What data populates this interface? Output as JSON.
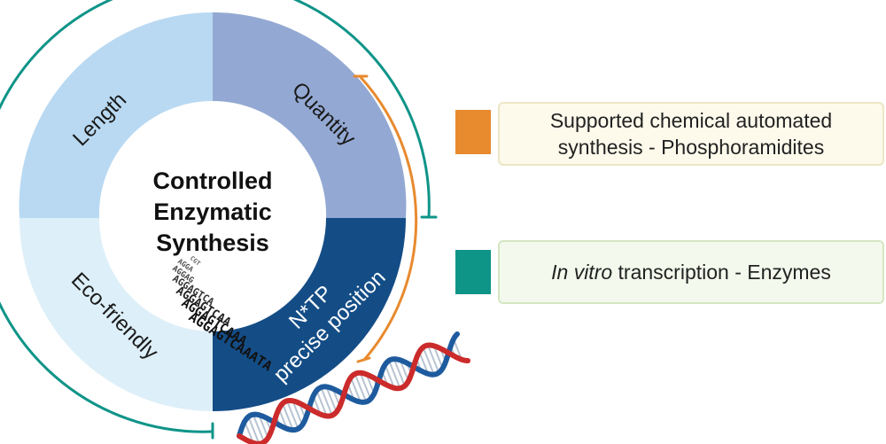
{
  "diagram": {
    "center": {
      "lines": [
        "Controlled",
        "Enzymatic",
        "Synthesis"
      ]
    },
    "segments": {
      "top_left": {
        "label": "Length",
        "color": "#b9d9f2"
      },
      "top_right": {
        "label": "Quantity",
        "color": "#93a9d3"
      },
      "bottom_right": {
        "lines": [
          "N*TP",
          "precise position"
        ],
        "color": "#144d86"
      },
      "bottom_left": {
        "label": "Eco-friendly",
        "color": "#ddeff8"
      }
    },
    "sequence_fragments": [
      "AGGAGTCAAATA",
      "AGGAGTCAAA",
      "AGGAGTCAA",
      "AGGAGTCA",
      "AGGAG",
      "AGGA",
      "CGT"
    ],
    "arc_colors": {
      "enzymes": "#0f9488",
      "chemical": "#e88a2e"
    },
    "dna_colors": {
      "strand_a": "#cc2b2b",
      "strand_b": "#1e5b9e"
    }
  },
  "legend": {
    "chemical": {
      "text": "Supported chemical automated synthesis - Phosphoramidites",
      "line1": "Supported chemical automated",
      "line2": "synthesis - Phosphoramidites",
      "swatch_color": "#e88a2e",
      "box_color": "#fdfaec",
      "border_color": "#ece6c4"
    },
    "enzymes": {
      "italic_part": "In vitro",
      "rest": " transcription - Enzymes",
      "swatch_color": "#0f9488",
      "box_color": "#f3f9ec",
      "border_color": "#d5e6c2"
    }
  }
}
